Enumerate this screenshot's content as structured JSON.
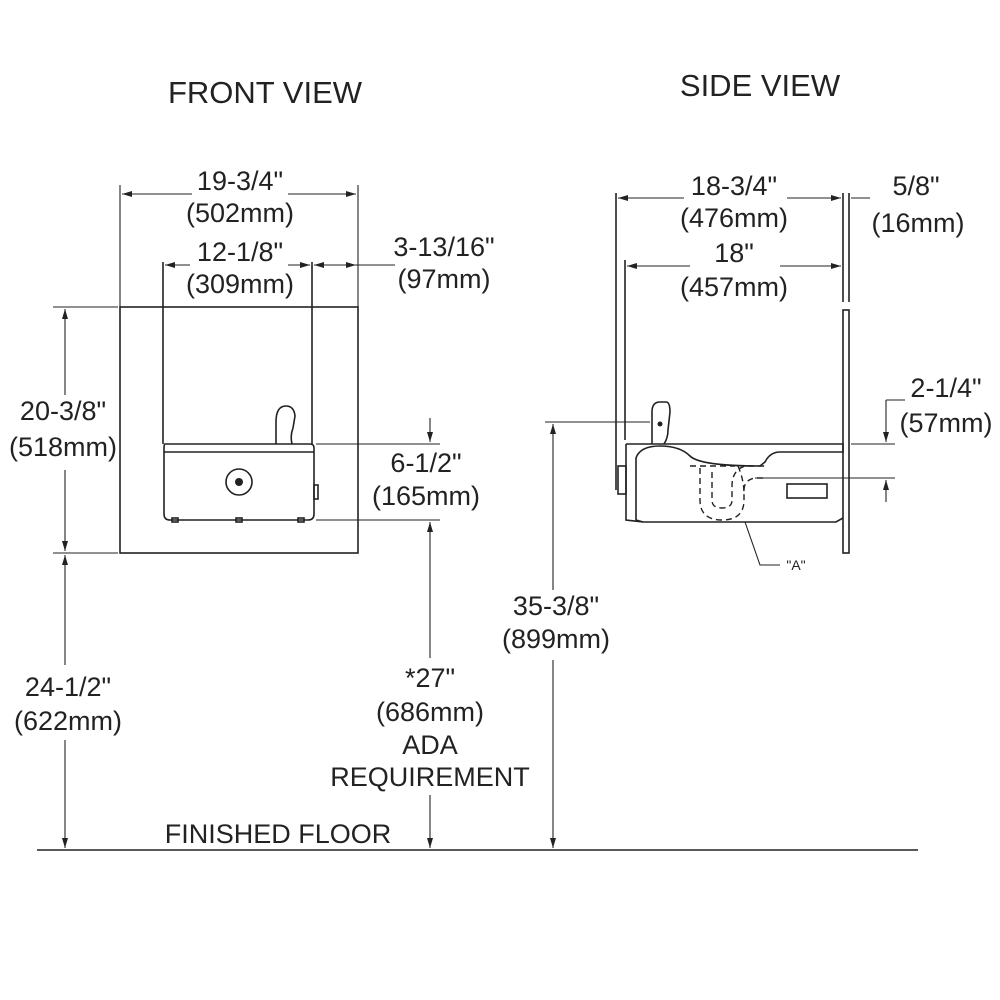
{
  "titles": {
    "front": "FRONT VIEW",
    "side": "SIDE VIEW"
  },
  "front": {
    "overall_width": {
      "in": "19-3/4\"",
      "mm": "(502mm)"
    },
    "inner_width": {
      "in": "12-1/8\"",
      "mm": "(309mm)"
    },
    "right_offset": {
      "in": "3-13/16\"",
      "mm": "(97mm)"
    },
    "panel_height": {
      "in": "20-3/8\"",
      "mm": "(518mm)"
    },
    "bowl_height": {
      "in": "6-1/2\"",
      "mm": "(165mm)"
    },
    "floor_to_panel": {
      "in": "24-1/2\"",
      "mm": "(622mm)"
    },
    "ada": {
      "in": "*27\"",
      "mm": "(686mm)",
      "line1": "ADA",
      "line2": "REQUIREMENT"
    }
  },
  "side": {
    "overall_depth": {
      "in": "18-3/4\"",
      "mm": "(476mm)"
    },
    "bowl_depth": {
      "in": "18\"",
      "mm": "(457mm)"
    },
    "wall_gap": {
      "in": "5/8\"",
      "mm": "(16mm)"
    },
    "trap_drop": {
      "in": "2-1/4\"",
      "mm": "(57mm)"
    },
    "rim_height": {
      "in": "35-3/8\"",
      "mm": "(899mm)"
    },
    "callout": "\"A\""
  },
  "floor_label": "FINISHED FLOOR"
}
